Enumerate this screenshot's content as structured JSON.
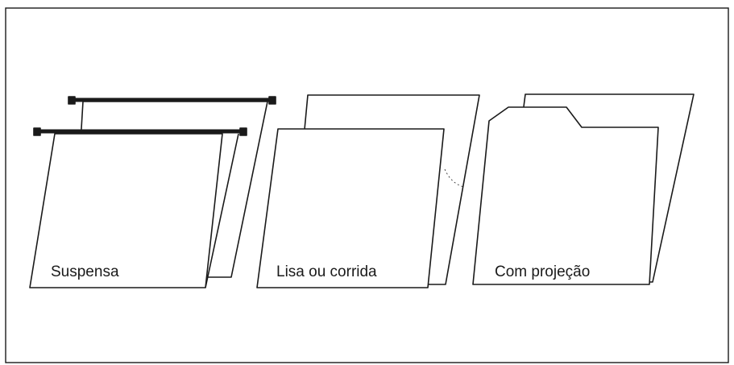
{
  "folders": [
    {
      "id": "suspensa",
      "label": "Suspensa"
    },
    {
      "id": "lisa",
      "label": "Lisa ou corrida"
    },
    {
      "id": "projecao",
      "label": "Com projeção"
    }
  ],
  "colors": {
    "line": "#1a1a1a",
    "background": "#ffffff"
  }
}
